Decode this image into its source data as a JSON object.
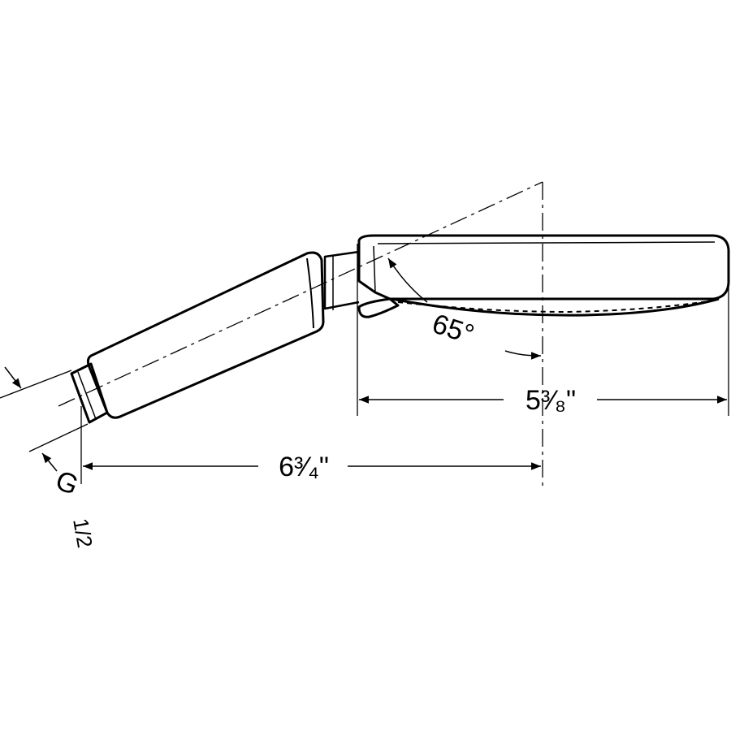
{
  "diagram": {
    "type": "technical-drawing",
    "subject": "hand shower side view",
    "dimensions": {
      "head_width": "5³⁄₈\"",
      "overall_length": "6³⁄₄\"",
      "tilt_angle": "65°",
      "thread_size_prefix": "G",
      "thread_size_value": "1/2"
    }
  }
}
